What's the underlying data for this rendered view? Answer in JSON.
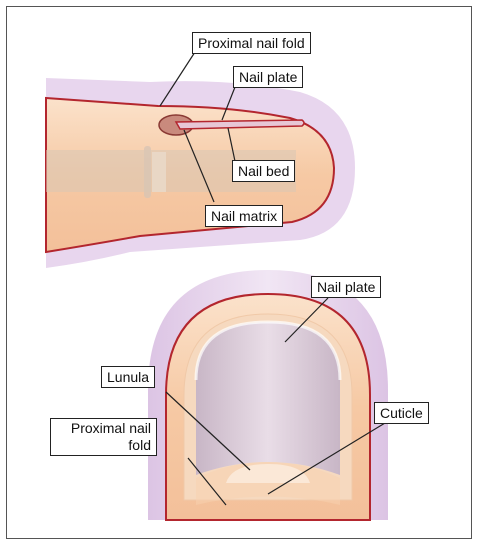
{
  "side_view": {
    "labels": {
      "proximal_nail_fold": "Proximal nail fold",
      "nail_plate": "Nail plate",
      "nail_bed": "Nail bed",
      "nail_matrix": "Nail matrix"
    }
  },
  "top_view": {
    "labels": {
      "nail_plate": "Nail plate",
      "lunula": "Lunula",
      "cuticle": "Cuticle",
      "proximal_nail_fold_line1": "Proximal nail",
      "proximal_nail_fold_line2": "fold"
    }
  },
  "colors": {
    "skin": "#f9d7b8",
    "skin_outline": "#b3262e",
    "halo": "#e6d3ec",
    "nail_plate": "#d9c8d6",
    "lunula": "#ffffff",
    "nail_matrix": "#c98a7d"
  }
}
